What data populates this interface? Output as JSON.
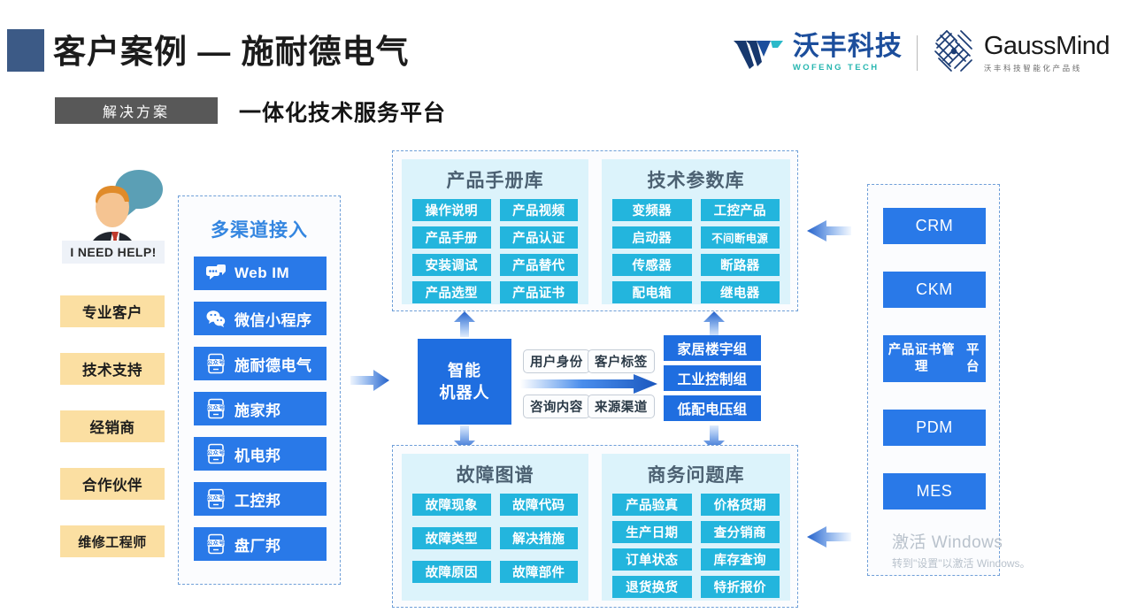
{
  "header": {
    "title": "客户案例 — 施耐德电气",
    "tag": "解决方案",
    "subtitle": "一体化技术服务平台",
    "accent_square_color": "#3c5a86",
    "tag_bg_color": "#585858"
  },
  "logos": {
    "wofeng": {
      "icon": "wofeng-w-icon",
      "cn": "沃丰科技",
      "en": "WOFENG TECH",
      "color": "#1c4e9c"
    },
    "divider": "|",
    "gaussmind": {
      "icon": "gaussmind-node-icon",
      "name": "GaussMind",
      "sub": "沃丰科技智能化产品线",
      "color": "#1a1a1a"
    }
  },
  "persona": {
    "avatar_icon": "user-with-speech-bubble-icon",
    "label": "I NEED HELP!",
    "customers": [
      {
        "label": "专业客户"
      },
      {
        "label": "技术支持"
      },
      {
        "label": "经销商"
      },
      {
        "label": "合作伙伴"
      },
      {
        "label": "维修工程师"
      }
    ],
    "chip_color": "#fbdfa2"
  },
  "channels": {
    "title": "多渠道接入",
    "title_color": "#3486e0",
    "chip_color": "#2979e8",
    "items": [
      {
        "label": "Web IM",
        "icon": "chat-bubbles-icon"
      },
      {
        "label": "微信小程序",
        "icon": "wechat-icon"
      },
      {
        "label": "施耐德电气",
        "icon": "official-account-icon"
      },
      {
        "label": "施家邦",
        "icon": "official-account-icon"
      },
      {
        "label": "机电邦",
        "icon": "official-account-icon"
      },
      {
        "label": "工控邦",
        "icon": "official-account-icon"
      },
      {
        "label": "盘厂邦",
        "icon": "official-account-icon"
      }
    ]
  },
  "knowledge_top": {
    "left": {
      "title": "产品手册库",
      "chips": [
        "操作说明",
        "产品视频",
        "产品手册",
        "产品认证",
        "安装调试",
        "产品替代",
        "产品选型",
        "产品证书"
      ]
    },
    "right": {
      "title": "技术参数库",
      "chips": [
        "变频器",
        "工控产品",
        "启动器",
        "不间断电源",
        "传感器",
        "断路器",
        "配电箱",
        "继电器"
      ]
    },
    "card_bg": "#dcf3fb",
    "chip_color": "#23b5dd"
  },
  "knowledge_bottom": {
    "left": {
      "title": "故障图谱",
      "chips": [
        "故障现象",
        "故障代码",
        "故障类型",
        "解决措施",
        "故障原因",
        "故障部件"
      ]
    },
    "right": {
      "title": "商务问题库",
      "chips": [
        "产品验真",
        "价格货期",
        "生产日期",
        "查分销商",
        "订单状态",
        "库存查询",
        "退货换货",
        "特折报价"
      ]
    }
  },
  "center": {
    "robot": "智能\n机器人",
    "robot_line1": "智能",
    "robot_line2": "机器人",
    "robot_color": "#1f6ee0",
    "tags": [
      {
        "label": "用户身份"
      },
      {
        "label": "客户标签"
      },
      {
        "label": "咨询内容"
      },
      {
        "label": "来源渠道"
      }
    ],
    "flow_arrow_icon": "gradient-right-arrow-icon",
    "groups": [
      {
        "label": "家居楼宇组"
      },
      {
        "label": "工业控制组"
      },
      {
        "label": "低配电压组"
      }
    ]
  },
  "systems": {
    "chip_color": "#2979e8",
    "items": [
      {
        "label": "CRM"
      },
      {
        "label": "CKM"
      },
      {
        "label": "产品证书管理平台",
        "line1": "产品证书管理",
        "line2": "平台"
      },
      {
        "label": "PDM"
      },
      {
        "label": "MES"
      }
    ]
  },
  "arrows": {
    "channel_to_robot": "right-arrow-icon",
    "robot_to_top": "up-arrow-icon",
    "robot_to_bottom": "down-arrow-icon",
    "groups_to_top": "up-arrow-icon",
    "groups_to_bottom": "down-arrow-icon",
    "systems_to_top_kb": "left-arrow-icon",
    "systems_to_bottom_kb": "left-arrow-icon"
  },
  "watermark": {
    "line1": "激活 Windows",
    "line2": "转到\"设置\"以激活 Windows。"
  }
}
